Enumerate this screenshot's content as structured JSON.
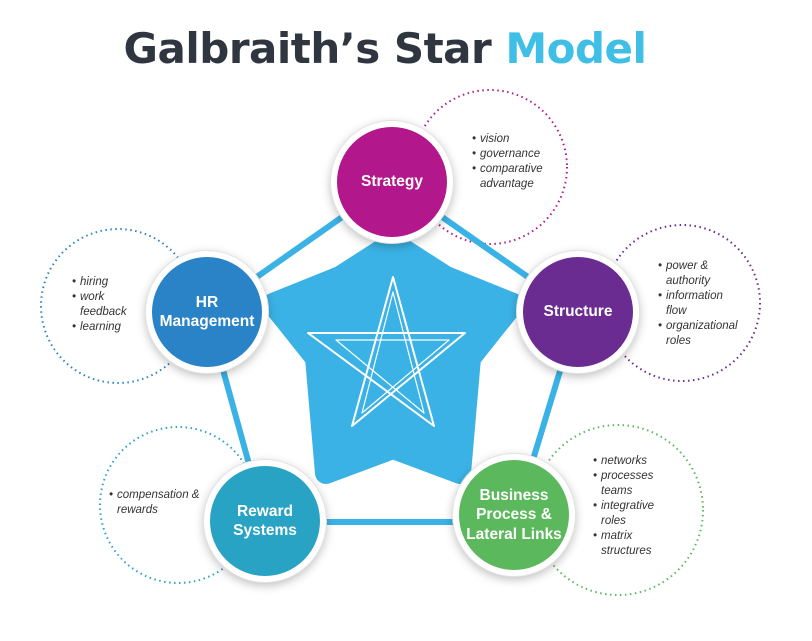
{
  "title": {
    "part1": "Galbraith’s Star",
    "part2": "Model"
  },
  "colors": {
    "strategy": "#b2178b",
    "structure": "#6b2c91",
    "business": "#5cb85c",
    "reward": "#28a3c4",
    "hr": "#2a83c6",
    "star": "#3bb2e6",
    "connector": "#3bb2e6"
  },
  "nodes": {
    "strategy": {
      "label": "Strategy",
      "items": [
        "vision",
        "governance",
        "comparative advantage"
      ]
    },
    "structure": {
      "label": "Structure",
      "items": [
        "power & authority",
        "information flow",
        "organizational roles"
      ]
    },
    "business": {
      "label": "Business\nProcess &\nLateral Links",
      "items": [
        "networks",
        "processes teams",
        "integrative roles",
        "matrix structures"
      ]
    },
    "reward": {
      "label": "Reward\nSystems",
      "items": [
        "compensation & rewards"
      ]
    },
    "hr": {
      "label": "HR\nManagement",
      "items": [
        "hiring",
        "work feedback",
        "learning"
      ]
    }
  }
}
